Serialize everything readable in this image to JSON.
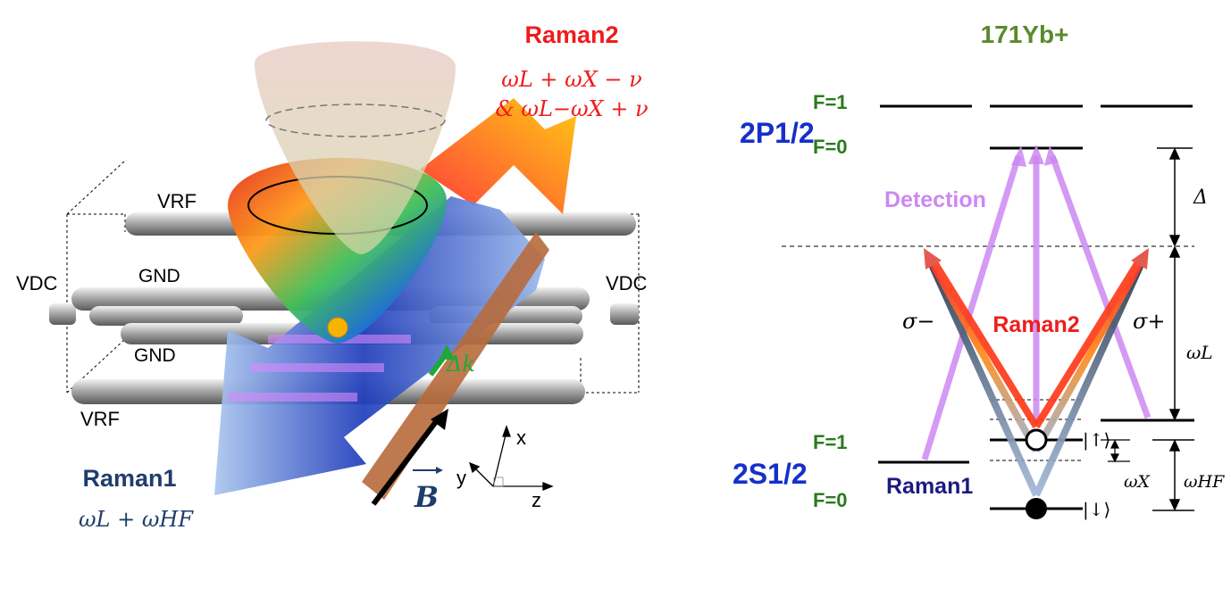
{
  "left_panel": {
    "raman2": {
      "title": "Raman2",
      "line1": "ωL + ωX − ν",
      "line2": "& ωL−ωX + ν"
    },
    "raman1": {
      "title": "Raman1",
      "freq": "ωL + ωHF"
    },
    "labels": {
      "vrf_top": "VRF",
      "vrf_bottom": "VRF",
      "vdc_left": "VDC",
      "vdc_right": "VDC",
      "gnd_top": "GND",
      "gnd_bottom": "GND",
      "delta_k": "Δk",
      "b_field": "B",
      "axis_x": "x",
      "axis_y": "y",
      "axis_z": "z"
    }
  },
  "right_panel": {
    "species": "171Yb+",
    "p_level": "2P1/2",
    "s_level": "2S1/2",
    "p_f1": "F=1",
    "p_f0": "F=0",
    "s_f1": "F=1",
    "s_f0": "F=0",
    "detection": "Detection",
    "raman2": "Raman2",
    "raman1": "Raman1",
    "sigma_minus": "σ−",
    "sigma_plus": "σ+",
    "delta": "Δ",
    "omega_l": "ωL",
    "omega_x": "ωX",
    "omega_hf": "ωHF",
    "ket_up": "|↑⟩",
    "ket_down": "|↓⟩"
  },
  "colors": {
    "raman2": "#ee1c1c",
    "raman1": "#1f3d6b",
    "detection": "#cc88f2",
    "level_label": "#2a7a1e",
    "term_label": "#1530c8",
    "species": "#5a8a2a",
    "delta_k": "#1fa83a"
  }
}
